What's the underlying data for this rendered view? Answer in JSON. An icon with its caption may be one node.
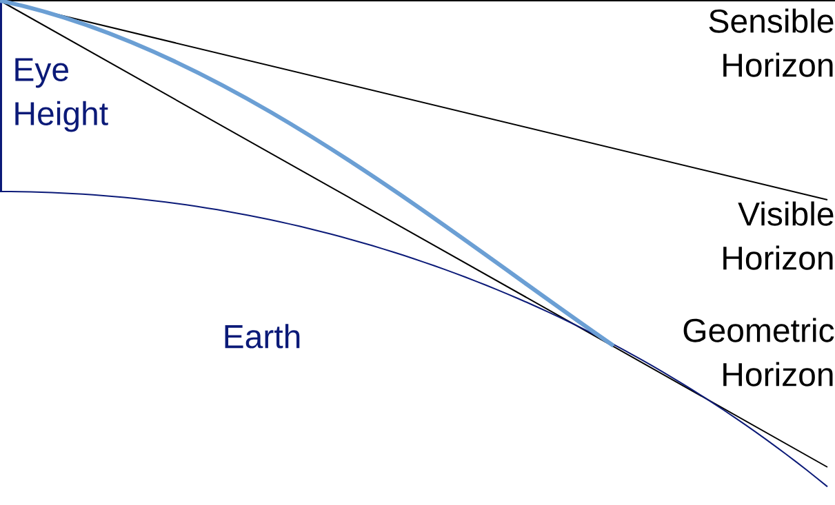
{
  "diagram": {
    "labels": [
      "Sensible Horizon",
      "Eye Height",
      "Visible Horizon",
      "Earth",
      "Geometric Horizon"
    ]
  }
}
